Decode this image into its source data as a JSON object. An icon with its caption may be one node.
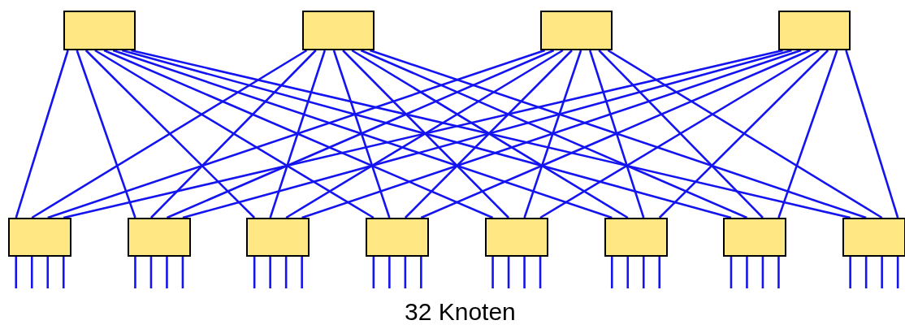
{
  "diagram": {
    "nodes": [
      {
        "text": [],
        "shape": "box"
      },
      {
        "text": [],
        "shape": "box"
      },
      {
        "text": [],
        "shape": "box"
      },
      {
        "text": [],
        "shape": "box"
      },
      {
        "text": [],
        "shape": "box"
      },
      {
        "text": [],
        "shape": "box"
      },
      {
        "text": [],
        "shape": "box"
      },
      {
        "text": [],
        "shape": "box"
      },
      {
        "text": [],
        "shape": "box"
      },
      {
        "text": [],
        "shape": "box"
      },
      {
        "text": [],
        "shape": "box"
      },
      {
        "text": [],
        "shape": "box"
      }
    ],
    "edges": [
      {
        "from": 0,
        "to": 4,
        "arrow": "none"
      },
      {
        "from": 0,
        "to": 5,
        "arrow": "none"
      },
      {
        "from": 0,
        "to": 6,
        "arrow": "none"
      },
      {
        "from": 0,
        "to": 7,
        "arrow": "none"
      },
      {
        "from": 0,
        "to": 8,
        "arrow": "none"
      },
      {
        "from": 0,
        "to": 9,
        "arrow": "none"
      },
      {
        "from": 0,
        "to": 10,
        "arrow": "none"
      },
      {
        "from": 0,
        "to": 11,
        "arrow": "none"
      },
      {
        "from": 1,
        "to": 4,
        "arrow": "none"
      },
      {
        "from": 1,
        "to": 5,
        "arrow": "none"
      },
      {
        "from": 1,
        "to": 6,
        "arrow": "none"
      },
      {
        "from": 1,
        "to": 7,
        "arrow": "none"
      },
      {
        "from": 1,
        "to": 8,
        "arrow": "none"
      },
      {
        "from": 1,
        "to": 9,
        "arrow": "none"
      },
      {
        "from": 1,
        "to": 10,
        "arrow": "none"
      },
      {
        "from": 1,
        "to": 11,
        "arrow": "none"
      },
      {
        "from": 2,
        "to": 4,
        "arrow": "none"
      },
      {
        "from": 2,
        "to": 5,
        "arrow": "none"
      },
      {
        "from": 2,
        "to": 6,
        "arrow": "none"
      },
      {
        "from": 2,
        "to": 7,
        "arrow": "none"
      },
      {
        "from": 2,
        "to": 8,
        "arrow": "none"
      },
      {
        "from": 2,
        "to": 9,
        "arrow": "none"
      },
      {
        "from": 2,
        "to": 10,
        "arrow": "none"
      },
      {
        "from": 2,
        "to": 11,
        "arrow": "none"
      },
      {
        "from": 3,
        "to": 4,
        "arrow": "none"
      },
      {
        "from": 3,
        "to": 5,
        "arrow": "none"
      },
      {
        "from": 3,
        "to": 6,
        "arrow": "none"
      },
      {
        "from": 3,
        "to": 7,
        "arrow": "none"
      },
      {
        "from": 3,
        "to": 8,
        "arrow": "none"
      },
      {
        "from": 3,
        "to": 9,
        "arrow": "none"
      },
      {
        "from": 3,
        "to": 10,
        "arrow": "none"
      },
      {
        "from": 3,
        "to": 11,
        "arrow": "none"
      },
      {
        "from": 4,
        "to": null,
        "arrow": "none"
      },
      {
        "from": 4,
        "to": null,
        "arrow": "none"
      },
      {
        "from": 4,
        "to": null,
        "arrow": "none"
      },
      {
        "from": 4,
        "to": null,
        "arrow": "none"
      },
      {
        "from": 5,
        "to": null,
        "arrow": "none"
      },
      {
        "from": 5,
        "to": null,
        "arrow": "none"
      },
      {
        "from": 5,
        "to": null,
        "arrow": "none"
      },
      {
        "from": 5,
        "to": null,
        "arrow": "none"
      },
      {
        "from": 6,
        "to": null,
        "arrow": "none"
      },
      {
        "from": 6,
        "to": null,
        "arrow": "none"
      },
      {
        "from": 6,
        "to": null,
        "arrow": "none"
      },
      {
        "from": 6,
        "to": null,
        "arrow": "none"
      },
      {
        "from": 7,
        "to": null,
        "arrow": "none"
      },
      {
        "from": 7,
        "to": null,
        "arrow": "none"
      },
      {
        "from": 7,
        "to": null,
        "arrow": "none"
      },
      {
        "from": 7,
        "to": null,
        "arrow": "none"
      },
      {
        "from": 8,
        "to": null,
        "arrow": "none"
      },
      {
        "from": 8,
        "to": null,
        "arrow": "none"
      },
      {
        "from": 8,
        "to": null,
        "arrow": "none"
      },
      {
        "from": 8,
        "to": null,
        "arrow": "none"
      },
      {
        "from": 9,
        "to": null,
        "arrow": "none"
      },
      {
        "from": 9,
        "to": null,
        "arrow": "none"
      },
      {
        "from": 9,
        "to": null,
        "arrow": "none"
      },
      {
        "from": 9,
        "to": null,
        "arrow": "none"
      },
      {
        "from": 10,
        "to": null,
        "arrow": "none"
      },
      {
        "from": 10,
        "to": null,
        "arrow": "none"
      },
      {
        "from": 10,
        "to": null,
        "arrow": "none"
      },
      {
        "from": 10,
        "to": null,
        "arrow": "none"
      },
      {
        "from": 11,
        "to": null,
        "arrow": "none"
      },
      {
        "from": 11,
        "to": null,
        "arrow": "none"
      },
      {
        "from": 11,
        "to": null,
        "arrow": "none"
      },
      {
        "from": 11,
        "to": null,
        "arrow": "none"
      }
    ],
    "labels": [
      "32 Knoten"
    ]
  }
}
